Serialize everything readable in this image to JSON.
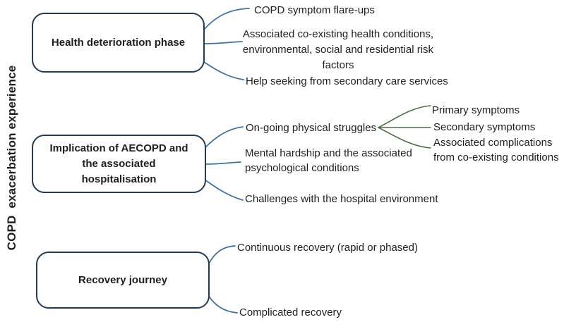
{
  "figure": {
    "root_label": "COPD  exacerbation experience"
  },
  "themes": [
    {
      "label": "Health deterioration phase",
      "subthemes": [
        {
          "label": "COPD symptom flare-ups"
        },
        {
          "label": "Associated co-existing health conditions, environmental, social and residential risk factors"
        },
        {
          "label": "Help seeking from secondary care services"
        }
      ]
    },
    {
      "label": "Implication of AECOPD and the associated hospitalisation",
      "subthemes": [
        {
          "label": "On-going physical struggles",
          "children": [
            {
              "label": "Primary symptoms"
            },
            {
              "label": "Secondary symptoms"
            },
            {
              "label": "Associated complications from co-existing conditions"
            }
          ]
        },
        {
          "label": "Mental hardship and the associated psychological conditions"
        },
        {
          "label": "Challenges with the hospital environment"
        }
      ]
    },
    {
      "label": "Recovery journey",
      "subthemes": [
        {
          "label": "Continuous recovery (rapid or phased)"
        },
        {
          "label": "Complicated recovery"
        }
      ]
    }
  ],
  "colors": {
    "box_border": "#253b50",
    "connector_blue": "#41719c",
    "connector_green": "#4f6b45",
    "text": "#1f1f1f",
    "background": "#ffffff"
  }
}
